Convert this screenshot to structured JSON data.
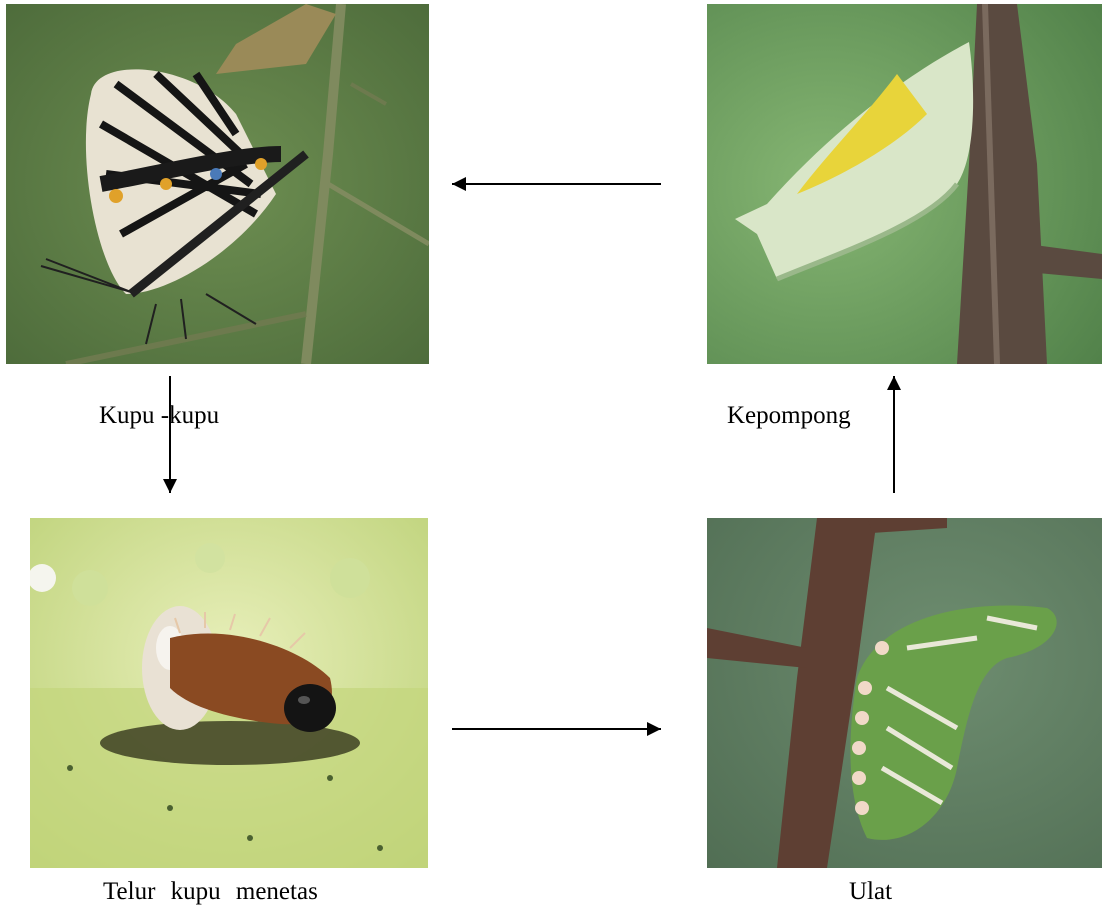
{
  "stages": {
    "butterfly": {
      "label": "Kupu -kupu",
      "image": "butterfly-photo"
    },
    "pupa": {
      "label": "Kepompong",
      "image": "pupa-photo"
    },
    "egg": {
      "label": "Telur kupu menetas",
      "image": "hatching-egg-photo"
    },
    "caterpillar": {
      "label": "Ulat",
      "image": "caterpillar-photo"
    }
  },
  "colors": {
    "butterfly_bg": "#5e7f46",
    "pupa_bg": "#6fa160",
    "egg_bg": "#dbe7a2",
    "caterpillar_bg": "#5f7f62",
    "arrow": "#000000"
  }
}
